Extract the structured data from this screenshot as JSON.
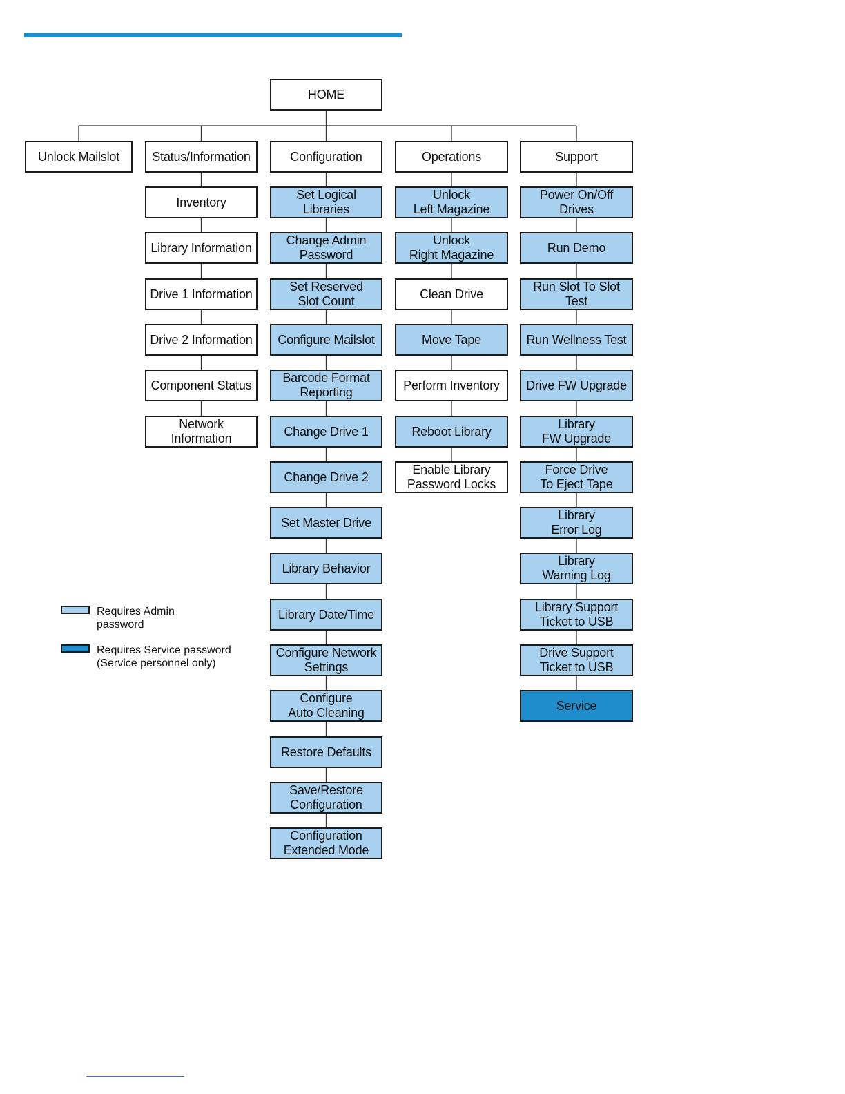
{
  "colors": {
    "accent_bar": "#1a8fd0",
    "plain_fill": "#ffffff",
    "admin_fill": "#a8d1ef",
    "service_fill": "#1f8ccb",
    "border": "#1b1b1b"
  },
  "home": {
    "label": "HOME"
  },
  "columns": [
    {
      "key": "unlock_mailslot",
      "header": "Unlock Mailslot",
      "items": []
    },
    {
      "key": "status_information",
      "header": "Status/Information",
      "items": [
        {
          "label": "Inventory",
          "access": "none"
        },
        {
          "label": "Library Information",
          "access": "none"
        },
        {
          "label": "Drive 1 Information",
          "access": "none"
        },
        {
          "label": "Drive 2 Information",
          "access": "none"
        },
        {
          "label": "Component Status",
          "access": "none"
        },
        {
          "label": "Network Information",
          "access": "none"
        }
      ]
    },
    {
      "key": "configuration",
      "header": "Configuration",
      "items": [
        {
          "label": "Set Logical Libraries",
          "access": "admin"
        },
        {
          "label": "Change Admin\nPassword",
          "access": "admin"
        },
        {
          "label": "Set Reserved\nSlot Count",
          "access": "admin"
        },
        {
          "label": "Configure Mailslot",
          "access": "admin"
        },
        {
          "label": "Barcode Format\nReporting",
          "access": "admin"
        },
        {
          "label": "Change Drive 1",
          "access": "admin"
        },
        {
          "label": "Change Drive 2",
          "access": "admin"
        },
        {
          "label": "Set Master Drive",
          "access": "admin"
        },
        {
          "label": "Library Behavior",
          "access": "admin"
        },
        {
          "label": "Library Date/Time",
          "access": "admin"
        },
        {
          "label": "Configure Network\nSettings",
          "access": "admin"
        },
        {
          "label": "Configure\nAuto Cleaning",
          "access": "admin"
        },
        {
          "label": "Restore Defaults",
          "access": "admin"
        },
        {
          "label": "Save/Restore\nConfiguration",
          "access": "admin"
        },
        {
          "label": "Configuration\nExtended Mode",
          "access": "admin"
        }
      ]
    },
    {
      "key": "operations",
      "header": "Operations",
      "items": [
        {
          "label": "Unlock\nLeft Magazine",
          "access": "admin"
        },
        {
          "label": "Unlock\nRight Magazine",
          "access": "admin"
        },
        {
          "label": "Clean Drive",
          "access": "none"
        },
        {
          "label": "Move Tape",
          "access": "admin"
        },
        {
          "label": "Perform Inventory",
          "access": "none"
        },
        {
          "label": "Reboot Library",
          "access": "admin"
        },
        {
          "label": "Enable Library\nPassword Locks",
          "access": "none"
        }
      ]
    },
    {
      "key": "support",
      "header": "Support",
      "items": [
        {
          "label": "Power On/Off Drives",
          "access": "admin"
        },
        {
          "label": "Run Demo",
          "access": "admin"
        },
        {
          "label": "Run Slot To Slot Test",
          "access": "admin"
        },
        {
          "label": "Run Wellness Test",
          "access": "admin"
        },
        {
          "label": "Drive FW Upgrade",
          "access": "admin"
        },
        {
          "label": "Library\nFW Upgrade",
          "access": "admin"
        },
        {
          "label": "Force Drive\nTo Eject Tape",
          "access": "admin"
        },
        {
          "label": "Library\nError Log",
          "access": "admin"
        },
        {
          "label": "Library\nWarning Log",
          "access": "admin"
        },
        {
          "label": "Library Support\nTicket to USB",
          "access": "admin"
        },
        {
          "label": "Drive Support\nTicket to USB",
          "access": "admin"
        },
        {
          "label": "Service",
          "access": "service"
        }
      ]
    }
  ],
  "legend": {
    "admin": {
      "text": "Requires Admin\npassword"
    },
    "service": {
      "text": "Requires Service password\n(Service personnel only)"
    }
  }
}
